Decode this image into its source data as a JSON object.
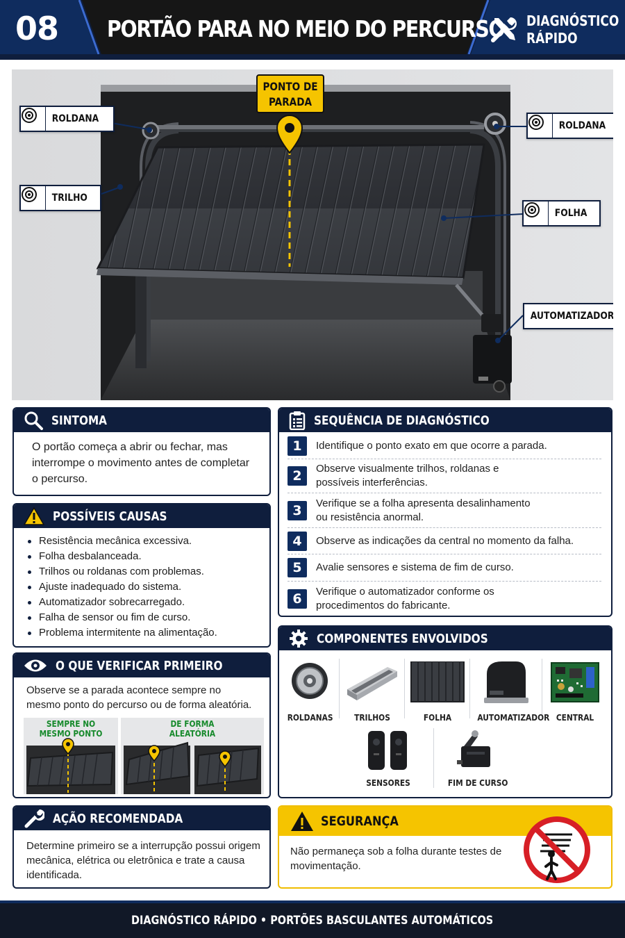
{
  "header": {
    "number": "08",
    "title": "PORTÃO PARA NO MEIO DO PERCURSO",
    "badge_line1": "DIAGNÓSTICO",
    "badge_line2": "RÁPIDO"
  },
  "hero": {
    "stop_point_line1": "PONTO DE",
    "stop_point_line2": "PARADA",
    "callouts": {
      "roldana_left": "ROLDANA",
      "trilho": "TRILHO",
      "roldana_right": "ROLDANA",
      "folha": "FOLHA",
      "automatizador": "AUTOMATIZADOR"
    }
  },
  "sintoma": {
    "title": "SINTOMA",
    "text": "O portão começa a abrir ou fechar, mas interrompe o movimento antes de completar o percurso."
  },
  "causas": {
    "title": "POSSÍVEIS CAUSAS",
    "items": [
      "Resistência mecânica excessiva.",
      "Folha desbalanceada.",
      "Trilhos ou roldanas com problemas.",
      "Ajuste inadequado do sistema.",
      "Automatizador sobrecarregado.",
      "Falha de sensor ou fim de curso.",
      "Problema intermitente na alimentação."
    ]
  },
  "verificar": {
    "title": "O QUE VERIFICAR PRIMEIRO",
    "text": "Observe se a parada acontece sempre no mesmo ponto do percurso ou de forma aleatória.",
    "label_same_line1": "SEMPRE NO",
    "label_same_line2": "MESMO PONTO",
    "label_random_line1": "DE FORMA",
    "label_random_line2": "ALEATÓRIA"
  },
  "acao": {
    "title": "AÇÃO RECOMENDADA",
    "text": "Determine primeiro se a interrupção possui origem mecânica, elétrica ou eletrônica e trate a causa identificada."
  },
  "sequencia": {
    "title": "SEQUÊNCIA DE DIAGNÓSTICO",
    "steps": [
      {
        "n": "1",
        "line1": "Identifique o ponto exato em que ocorre a parada.",
        "line2": ""
      },
      {
        "n": "2",
        "line1": "Observe visualmente trilhos, roldanas e",
        "line2": "possíveis interferências."
      },
      {
        "n": "3",
        "line1": "Verifique se a folha apresenta desalinhamento",
        "line2": "ou resistência anormal."
      },
      {
        "n": "4",
        "line1": "Observe as indicações da central no momento da falha.",
        "line2": ""
      },
      {
        "n": "5",
        "line1": "Avalie sensores e sistema de fim de curso.",
        "line2": ""
      },
      {
        "n": "6",
        "line1": "Verifique o automatizador conforme os",
        "line2": "procedimentos do fabricante."
      }
    ]
  },
  "componentes": {
    "title": "COMPONENTES ENVOLVIDOS",
    "items": {
      "roldanas": "ROLDANAS",
      "trilhos": "TRILHOS",
      "folha": "FOLHA",
      "automatizador": "AUTOMATIZADOR",
      "central": "CENTRAL",
      "sensores": "SENSORES",
      "fim_de_curso": "FIM DE CURSO"
    }
  },
  "seguranca": {
    "title": "SEGURANÇA",
    "text": "Não permaneça sob a folha durante testes de movimentação."
  },
  "footer": {
    "text": "DIAGNÓSTICO RÁPIDO • PORTÕES BASCULANTES AUTOMÁTICOS"
  },
  "colors": {
    "navy": "#0f1e3d",
    "yellow": "#f5c400",
    "green": "#178a2c",
    "red": "#d71f26"
  }
}
